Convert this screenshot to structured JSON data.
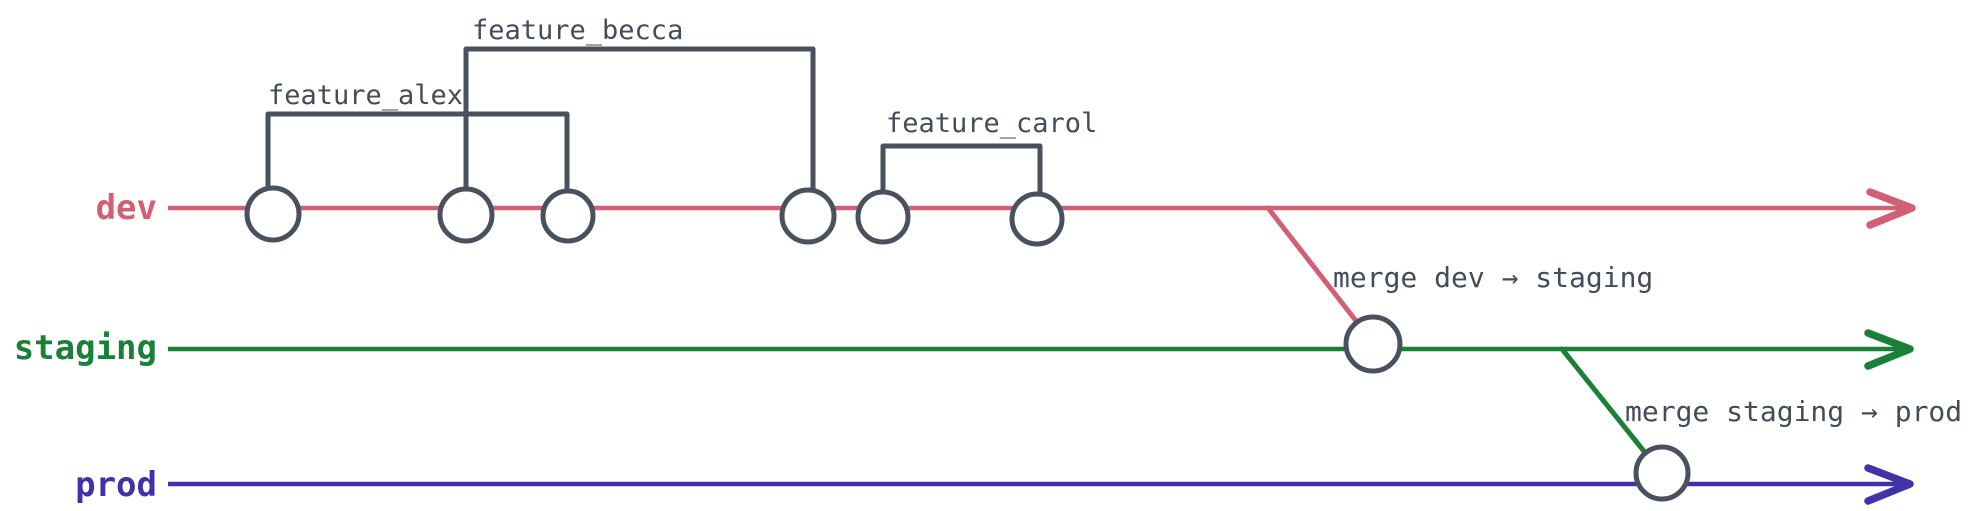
{
  "diagram": {
    "type": "git-branch-diagram",
    "ink": "#49515d",
    "text_color": "#434c58",
    "branches": [
      {
        "name": "dev",
        "color": "#d16074",
        "commit_count": 6
      },
      {
        "name": "staging",
        "color": "#1a7f37",
        "commit_count": 1
      },
      {
        "name": "prod",
        "color": "#4132a8",
        "commit_count": 1
      }
    ],
    "features": [
      {
        "label": "feature_alex",
        "branch": "dev",
        "from_commit": 1,
        "to_commit": 3
      },
      {
        "label": "feature_becca",
        "branch": "dev",
        "from_commit": 2,
        "to_commit": 4
      },
      {
        "label": "feature_carol",
        "branch": "dev",
        "from_commit": 5,
        "to_commit": 6
      }
    ],
    "merges": [
      {
        "label": "merge dev → staging",
        "from": "dev",
        "to": "staging"
      },
      {
        "label": "merge staging → prod",
        "from": "staging",
        "to": "prod"
      }
    ]
  }
}
